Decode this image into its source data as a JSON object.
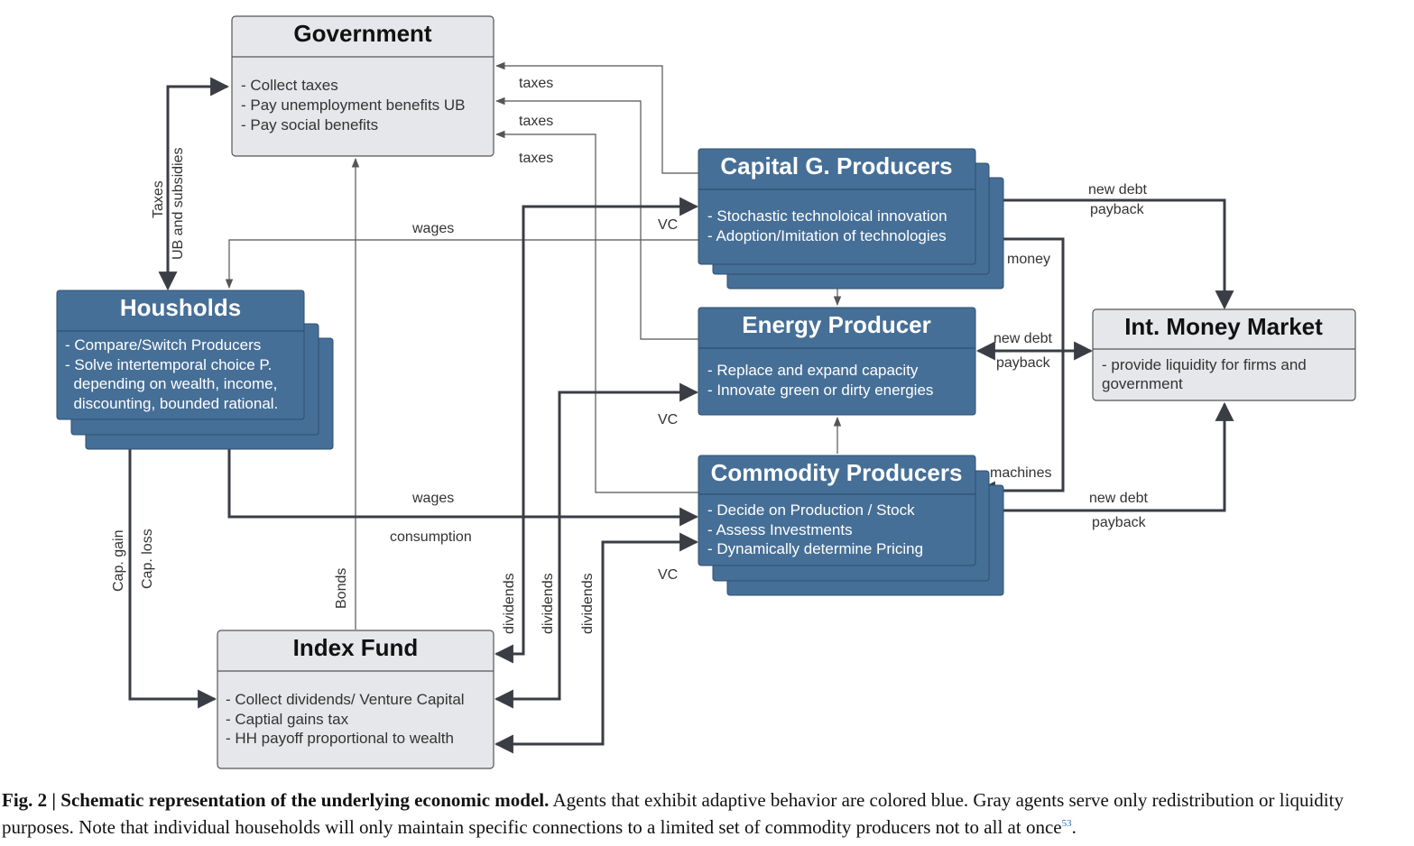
{
  "colors": {
    "adaptive": "#466f97",
    "adaptive_edge": "#2d4f6f",
    "gray_box": "#e6e7ea",
    "gray_edge": "#555555",
    "arrow": "#3a3d44"
  },
  "boxes": {
    "government": {
      "title": "Government",
      "lines": [
        "- Collect taxes",
        "- Pay unemployment benefits UB",
        "- Pay social benefits"
      ]
    },
    "households": {
      "title": "Housholds",
      "lines": [
        "- Compare/Switch Producers",
        "- Solve intertemporal choice P.",
        "  depending on wealth, income,",
        "  discounting, bounded rational."
      ]
    },
    "capital": {
      "title": "Capital G. Producers",
      "lines": [
        "- Stochastic technoloical innovation",
        "- Adoption/Imitation of technologies"
      ]
    },
    "energy": {
      "title": "Energy Producer",
      "lines": [
        "- Replace and expand capacity",
        "- Innovate green or dirty energies"
      ]
    },
    "commodity": {
      "title": "Commodity Producers",
      "lines": [
        "- Decide on Production / Stock",
        "- Assess Investments",
        "- Dynamically determine Pricing"
      ]
    },
    "money_market": {
      "title": "Int. Money Market",
      "lines": [
        "- provide liquidity for firms and",
        "government"
      ]
    },
    "index_fund": {
      "title": "Index Fund",
      "lines": [
        "- Collect dividends/ Venture Capital",
        "- Captial gains tax",
        "- HH payoff proportional to wealth"
      ]
    }
  },
  "labels": {
    "taxes1": "taxes",
    "taxes2": "taxes",
    "taxes3": "taxes",
    "taxes_ub_1": "Taxes",
    "taxes_ub_2": "UB and subsidies",
    "wages_top": "wages",
    "wages_bottom": "wages",
    "consumption": "consumption",
    "vc1": "VC",
    "vc2": "VC",
    "vc3": "VC",
    "new_debt_1": "new debt",
    "payback_1": "payback",
    "new_debt_2": "new debt",
    "payback_2": "payback",
    "new_debt_3": "new debt",
    "payback_3": "payback",
    "money": "money",
    "machines": "machines",
    "cap_gain": "Cap. gain",
    "cap_loss": "Cap. loss",
    "bonds": "Bonds",
    "dividends1": "dividends",
    "dividends2": "dividends",
    "dividends3": "dividends"
  },
  "caption": {
    "fig": "Fig. 2 | Schematic representation of the underlying economic model.",
    "text": " Agents that exhibit adaptive behavior are colored blue. Gray agents serve only redistribution or liquidity purposes. Note that individual households will only maintain specific connections to a limited set of commodity producers not to all at once",
    "ref": "53",
    "end": "."
  }
}
